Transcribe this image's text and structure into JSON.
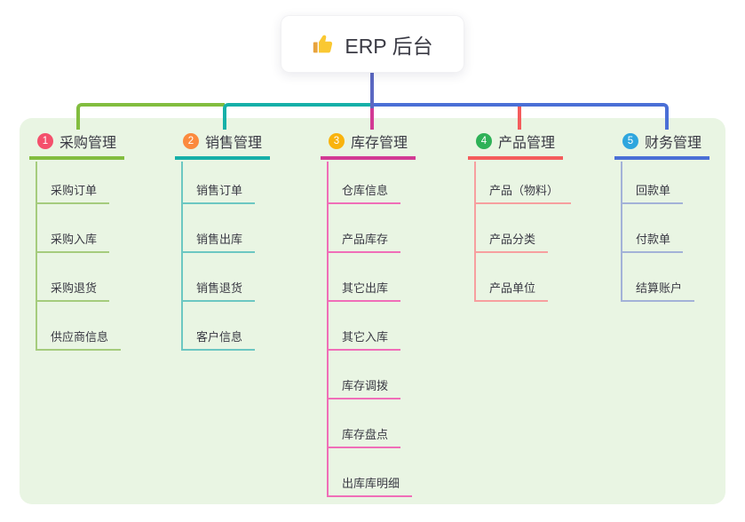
{
  "root": {
    "icon": "thumbs-up",
    "label": "ERP 后台",
    "line_color": "#5b68c2",
    "card_bg": "#ffffff"
  },
  "canvas": {
    "panel_color": "#e9f5e3"
  },
  "branches": [
    {
      "num": "1",
      "label": "采购管理",
      "badge_color": "#f4506c",
      "line_color": "#82bd3f",
      "child_line_color": "#a5cc7d",
      "children": [
        "采购订单",
        "采购入库",
        "采购退货",
        "供应商信息"
      ]
    },
    {
      "num": "2",
      "label": "销售管理",
      "badge_color": "#fb8a3e",
      "line_color": "#16b0a8",
      "child_line_color": "#6cc7c2",
      "children": [
        "销售订单",
        "销售出库",
        "销售退货",
        "客户信息"
      ]
    },
    {
      "num": "3",
      "label": "库存管理",
      "badge_color": "#f9b30d",
      "line_color": "#d23a94",
      "child_line_color": "#f06eb8",
      "children": [
        "仓库信息",
        "产品库存",
        "其它出库",
        "其它入库",
        "库存调拨",
        "库存盘点",
        "出库库明细"
      ]
    },
    {
      "num": "4",
      "label": "产品管理",
      "badge_color": "#2eb157",
      "line_color": "#f45c5c",
      "child_line_color": "#f79f9f",
      "children": [
        "产品（物料）",
        "产品分类",
        "产品单位"
      ]
    },
    {
      "num": "5",
      "label": "财务管理",
      "badge_color": "#2ea6de",
      "line_color": "#4a6fd6",
      "child_line_color": "#a3b2d8",
      "children": [
        "回款单",
        "付款单",
        "结算账户"
      ]
    }
  ]
}
